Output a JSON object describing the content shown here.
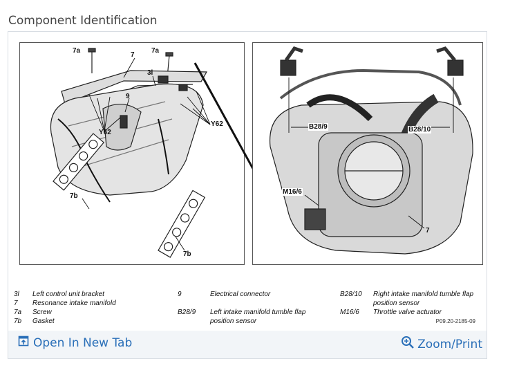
{
  "page": {
    "title": "Component Identification"
  },
  "figure": {
    "code": "P09.20-2185-09",
    "callouts": {
      "c7a_left": "7a",
      "c7_left": "7",
      "c7a_right": "7a",
      "c3l": "3l",
      "c9": "9",
      "cY62_left": "Y62",
      "cY62_right": "Y62",
      "c7b_top": "7b",
      "c7b_bottom": "7b",
      "cB28_9": "B28/9",
      "cB28_10": "B28/10",
      "cM16_6": "M16/6",
      "c7_right": "7"
    }
  },
  "legend": [
    {
      "code": "3l",
      "text": "Left control unit bracket"
    },
    {
      "code": "7",
      "text": "Resonance intake manifold"
    },
    {
      "code": "7a",
      "text": "Screw"
    },
    {
      "code": "7b",
      "text": "Gasket"
    },
    {
      "code": "9",
      "text": "Electrical connector"
    },
    {
      "code": "B28/9",
      "text": "Left intake manifold tumble flap position sensor"
    },
    {
      "code": "B28/10",
      "text": "Right intake manifold tumble flap position sensor"
    },
    {
      "code": "M16/6",
      "text": "Throttle valve actuator"
    }
  ],
  "footer": {
    "open_label": "Open In New Tab",
    "zoom_label": "Zoom/Print",
    "open_icon": "open-in-new-tab-icon",
    "zoom_icon": "zoom-in-icon",
    "link_color": "#2a6fb8"
  }
}
